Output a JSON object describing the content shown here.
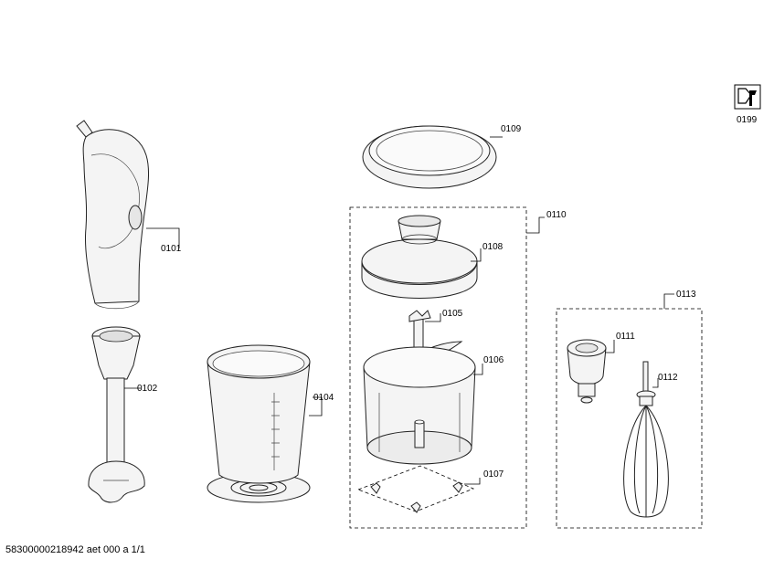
{
  "service_icon": {
    "icon": "wrench-service-icon",
    "code": "0199"
  },
  "parts": [
    {
      "id": "hand-blender-motor",
      "label": "0101"
    },
    {
      "id": "blender-shaft",
      "label": "0102"
    },
    {
      "id": "measuring-beaker",
      "label": "0104"
    },
    {
      "id": "chopper-blade",
      "label": "0105"
    },
    {
      "id": "chopper-bowl",
      "label": "0106"
    },
    {
      "id": "anti-slip-feet",
      "label": "0107"
    },
    {
      "id": "chopper-lid",
      "label": "0108"
    },
    {
      "id": "beaker-lid",
      "label": "0109"
    },
    {
      "id": "chopper-set",
      "label": "0110"
    },
    {
      "id": "whisk-gearbox",
      "label": "0111"
    },
    {
      "id": "whisk",
      "label": "0112"
    },
    {
      "id": "whisk-set",
      "label": "0113"
    }
  ],
  "footer": "58300000218942 aet 000 a 1/1"
}
